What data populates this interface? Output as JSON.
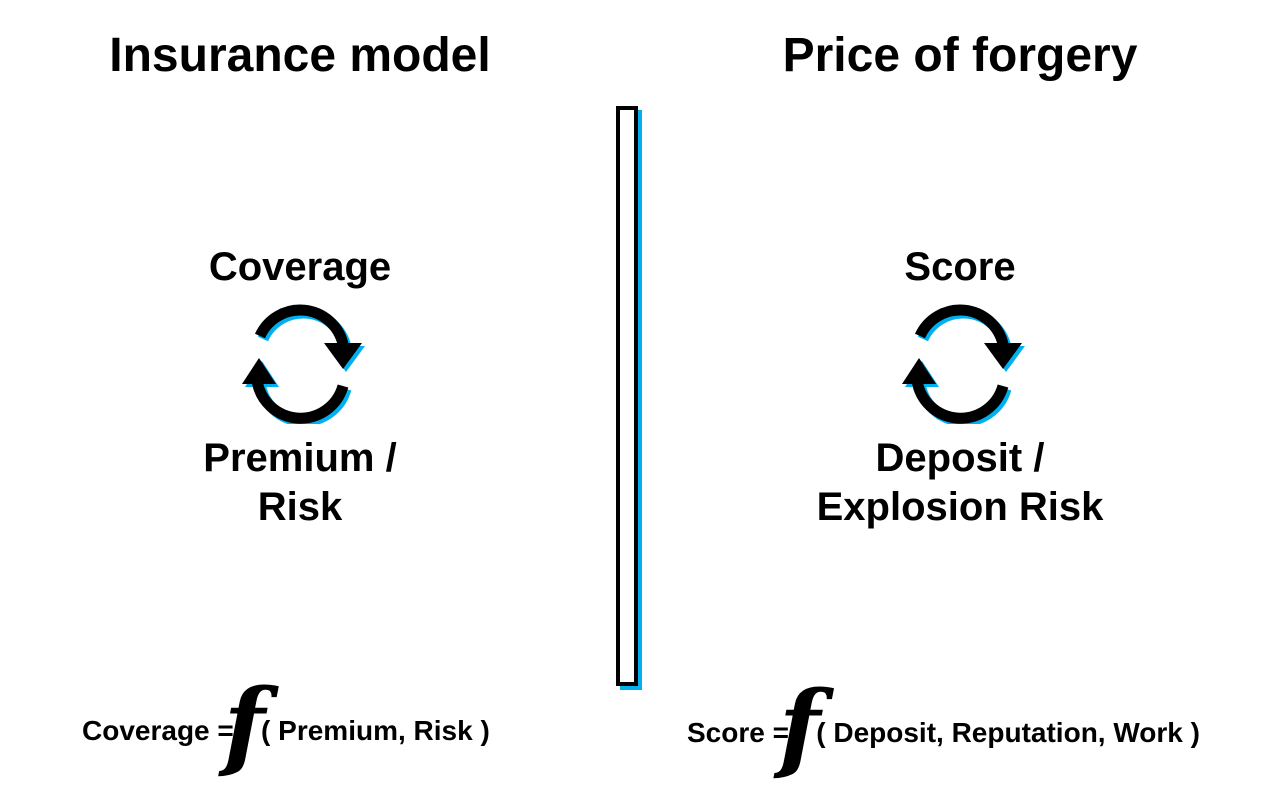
{
  "colors": {
    "ink": "#000000",
    "accent_shadow": "#00b0f0",
    "background": "#ffffff"
  },
  "left": {
    "title": "Insurance model",
    "top_label": "Coverage",
    "bottom_label_lines": [
      "Premium /",
      "Risk"
    ],
    "formula": {
      "lhs": "Coverage =",
      "fn": "f",
      "args": "( Premium, Risk )"
    },
    "icon": "cycle-arrows-icon"
  },
  "right": {
    "title": "Price of forgery",
    "top_label": "Score",
    "bottom_label_lines": [
      "Deposit /",
      "Explosion Risk"
    ],
    "formula": {
      "lhs": "Score =",
      "fn": "f",
      "args": "( Deposit, Reputation, Work )"
    },
    "icon": "cycle-arrows-icon"
  }
}
